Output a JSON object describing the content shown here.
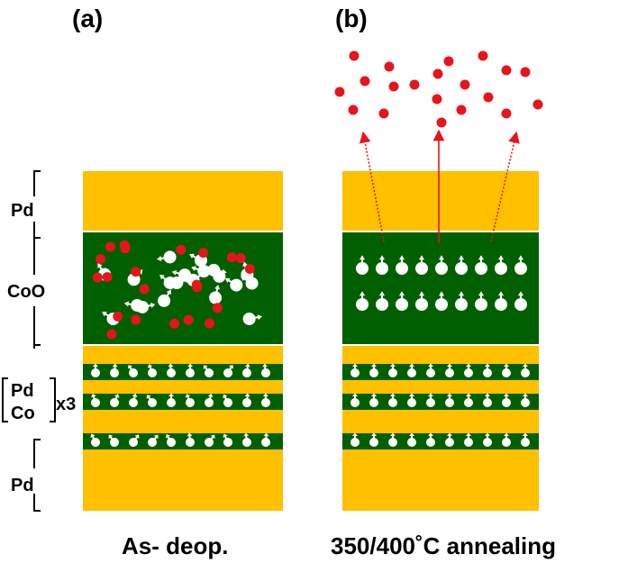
{
  "panels": {
    "a": {
      "tag": "(a)",
      "caption": "As- deop."
    },
    "b": {
      "tag": "(b)",
      "caption": "350/400˚C annealing"
    }
  },
  "side_labels": {
    "top": "Pd",
    "middle": "CoO",
    "multilayer_pd": "Pd",
    "multilayer_co": "Co",
    "repeat": "x3",
    "bottom": "Pd"
  },
  "colors": {
    "pd_layer": "#FFC000",
    "co_layer": "#006000",
    "oxygen": "#E8141B",
    "spin": "#ffffff",
    "arrow": "#E8141B"
  }
}
